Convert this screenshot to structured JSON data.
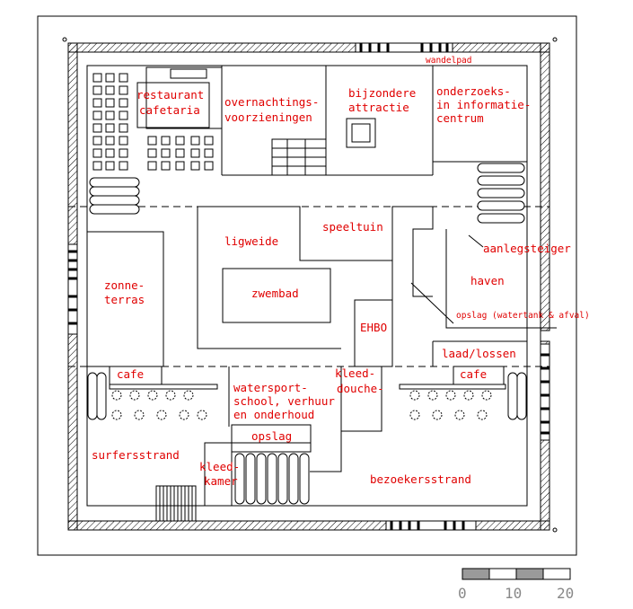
{
  "labels": {
    "wandelpad": "wandelpad",
    "restaurant": "restaurant",
    "cafetaria": "cafetaria",
    "overnacht_1": "overnachtings-",
    "overnacht_2": "voorzieningen",
    "bijzondere_1": "bijzondere",
    "bijzondere_2": "attractie",
    "onderzoek_1": "onderzoeks-",
    "onderzoek_2": "in informatie-",
    "onderzoek_3": "centrum",
    "speeltuin": "speeltuin",
    "ligweide": "ligweide",
    "aanlegsteiger": "aanlegsteiger",
    "zonne_1": "zonne-",
    "zonne_2": "terras",
    "zwembad": "zwembad",
    "haven": "haven",
    "opslag_water": "opslag (watertank & afval)",
    "ehbo": "EHBO",
    "laad": "laad/lossen",
    "cafe_left": "cafe",
    "cafe_right": "cafe",
    "kleed_1": "kleed-",
    "kleed_2": "douche-",
    "watersport_1": "watersport-",
    "watersport_2": "school, verhuur",
    "watersport_3": "en onderhoud",
    "opslag": "opslag",
    "surfers": "surfersstrand",
    "kleedkamer_1": "kleed-",
    "kleedkamer_2": "kamer",
    "bezoekers": "bezoekersstrand"
  },
  "scale": {
    "ticks": [
      "0",
      "10",
      "20"
    ],
    "colors": [
      "#9a9a9a",
      "#ffffff",
      "#9a9a9a",
      "#ffffff"
    ]
  },
  "colors": {
    "text": "#e00000",
    "lines": "#000000",
    "scale_text": "#888888"
  }
}
